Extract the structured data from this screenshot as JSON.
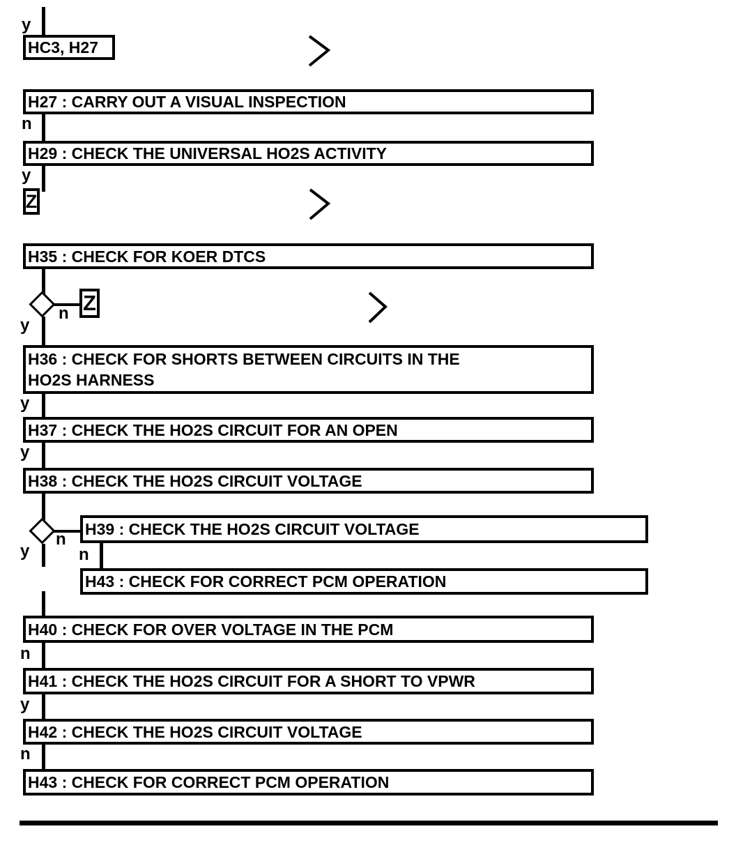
{
  "colors": {
    "foreground": "#000000",
    "background": "#ffffff"
  },
  "flowchart": {
    "branch": {
      "yes": "y",
      "no": "n"
    },
    "connector_symbol": "Z",
    "nodes": {
      "hc3": "HC3, H27",
      "h27": "H27 : CARRY OUT A VISUAL INSPECTION",
      "h29": "H29 : CHECK THE UNIVERSAL HO2S ACTIVITY",
      "h35": "H35 : CHECK FOR KOER DTCS",
      "h36": "H36 : CHECK FOR SHORTS BETWEEN CIRCUITS IN THE\nHO2S HARNESS",
      "h37": "H37 : CHECK THE HO2S CIRCUIT FOR AN OPEN",
      "h38": "H38 : CHECK THE HO2S CIRCUIT VOLTAGE",
      "h39": "H39 : CHECK THE HO2S CIRCUIT VOLTAGE",
      "h43_upper": "H43 : CHECK FOR CORRECT PCM OPERATION",
      "h40": "H40 : CHECK FOR OVER VOLTAGE IN THE PCM",
      "h41": "H41 : CHECK THE HO2S CIRCUIT FOR A SHORT TO VPWR",
      "h42": "H42 : CHECK THE HO2S CIRCUIT VOLTAGE",
      "h43_lower": "H43 : CHECK FOR CORRECT PCM OPERATION"
    }
  }
}
